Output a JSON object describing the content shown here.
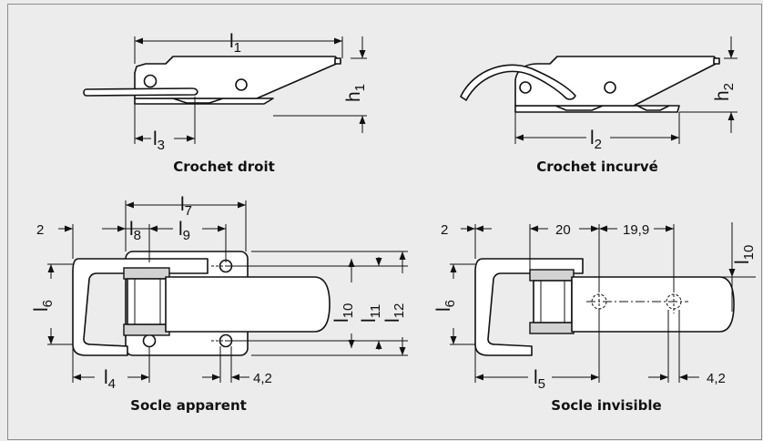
{
  "captions": {
    "straight_hook": "Crochet droit",
    "curved_hook": "Crochet incurvé",
    "visible_base": "Socle apparent",
    "hidden_base": "Socle invisible"
  },
  "dims": {
    "l": "l",
    "h": "h",
    "i1": "1",
    "i2": "2",
    "i3": "3",
    "i4": "4",
    "i5": "5",
    "i6": "6",
    "i7": "7",
    "i8": "8",
    "i9": "9",
    "i10": "10",
    "i11": "11",
    "i12": "12",
    "two": "2",
    "twenty": "20",
    "nineteen_nine": "19,9",
    "four_two": "4,2"
  }
}
